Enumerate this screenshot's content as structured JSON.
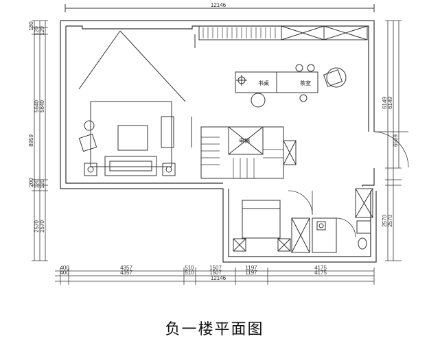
{
  "title": "负一楼平面图",
  "dimensions": {
    "top_total": "12146",
    "bottom_segments": [
      "400",
      "4357",
      "510",
      "1507",
      "1197",
      "4175"
    ],
    "bottom_total": "12146",
    "left_top_small": [
      "180",
      "120",
      "120"
    ],
    "left_mid": "5640",
    "left_total": "8959",
    "left_bottom_small": [
      "200",
      "120",
      "120"
    ],
    "left_low": "2570",
    "right_mid": "6149",
    "right_total": "6569",
    "right_low": "2570"
  },
  "room_labels": {
    "desk": "书桌",
    "tea": "茶室",
    "elevator": "电梯"
  },
  "colors": {
    "line": "#333333",
    "background": "#ffffff"
  }
}
